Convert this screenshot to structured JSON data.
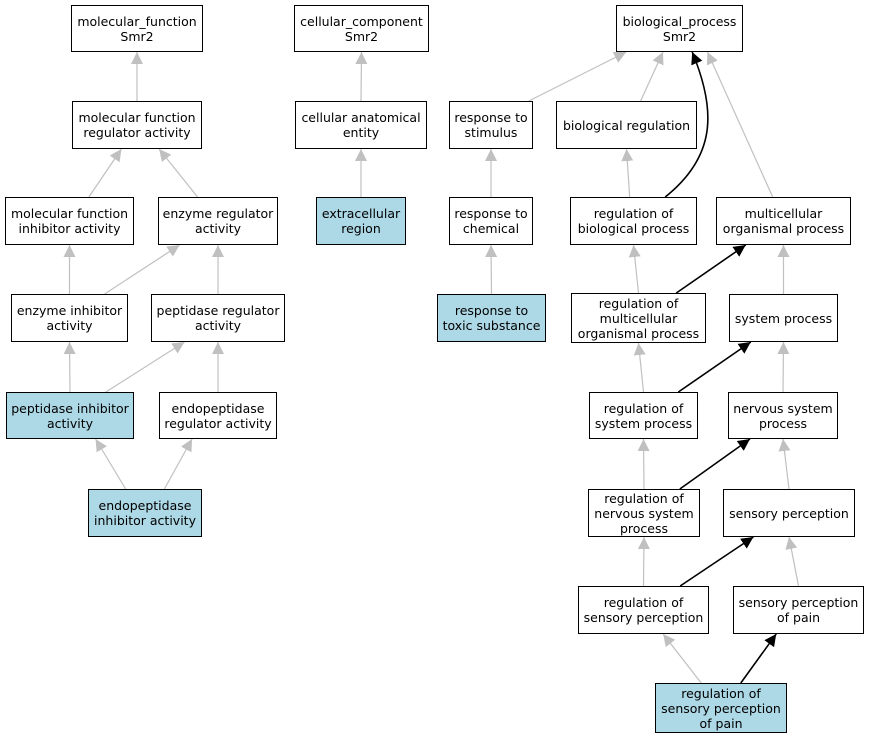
{
  "colors": {
    "highlight_fill": "#add8e6",
    "node_fill": "#ffffff",
    "grey_edge": "#c0c0c0",
    "black_edge": "#000000"
  },
  "nodes": {
    "molecular_function": {
      "label": "molecular_function\nSmr2"
    },
    "mf_regulator": {
      "label": "molecular function\nregulator activity"
    },
    "mf_inhibitor": {
      "label": "molecular function\ninhibitor activity"
    },
    "enzyme_regulator": {
      "label": "enzyme regulator\nactivity"
    },
    "enzyme_inhibitor": {
      "label": "enzyme inhibitor\nactivity"
    },
    "peptidase_regulator": {
      "label": "peptidase regulator\nactivity"
    },
    "peptidase_inhibitor": {
      "label": "peptidase inhibitor\nactivity",
      "highlighted": true
    },
    "endopeptidase_regulator": {
      "label": "endopeptidase\nregulator activity"
    },
    "endopeptidase_inhibitor": {
      "label": "endopeptidase\ninhibitor activity",
      "highlighted": true
    },
    "cellular_component": {
      "label": "cellular_component\nSmr2"
    },
    "cellular_anatomical_entity": {
      "label": "cellular anatomical\nentity"
    },
    "extracellular_region": {
      "label": "extracellular\nregion",
      "highlighted": true
    },
    "biological_process": {
      "label": "biological_process\nSmr2"
    },
    "response_to_stimulus": {
      "label": "response to\nstimulus"
    },
    "response_to_chemical": {
      "label": "response to\nchemical"
    },
    "response_to_toxic": {
      "label": "response to\ntoxic substance",
      "highlighted": true
    },
    "biological_regulation": {
      "label": "biological regulation"
    },
    "regulation_of_bp": {
      "label": "regulation of\nbiological process"
    },
    "multicellular_process": {
      "label": "multicellular\norganismal process"
    },
    "regulation_of_multicellular": {
      "label": "regulation of\nmulticellular\norganismal process"
    },
    "system_process": {
      "label": "system process"
    },
    "regulation_of_system": {
      "label": "regulation of\nsystem process"
    },
    "nervous_system_process": {
      "label": "nervous system\nprocess"
    },
    "regulation_of_nervous": {
      "label": "regulation of\nnervous system\nprocess"
    },
    "sensory_perception": {
      "label": "sensory perception"
    },
    "regulation_of_sensory": {
      "label": "regulation of\nsensory perception"
    },
    "sensory_perception_pain": {
      "label": "sensory perception\nof pain"
    },
    "regulation_of_sensory_pain": {
      "label": "regulation of\nsensory perception\nof pain",
      "highlighted": true
    }
  },
  "edges": [
    {
      "from": "mf_regulator",
      "to": "molecular_function",
      "style": "grey"
    },
    {
      "from": "mf_inhibitor",
      "to": "mf_regulator",
      "style": "grey"
    },
    {
      "from": "enzyme_regulator",
      "to": "mf_regulator",
      "style": "grey"
    },
    {
      "from": "enzyme_inhibitor",
      "to": "mf_inhibitor",
      "style": "grey"
    },
    {
      "from": "enzyme_inhibitor",
      "to": "enzyme_regulator",
      "style": "grey"
    },
    {
      "from": "peptidase_regulator",
      "to": "enzyme_regulator",
      "style": "grey"
    },
    {
      "from": "peptidase_inhibitor",
      "to": "enzyme_inhibitor",
      "style": "grey"
    },
    {
      "from": "peptidase_inhibitor",
      "to": "peptidase_regulator",
      "style": "grey"
    },
    {
      "from": "endopeptidase_regulator",
      "to": "peptidase_regulator",
      "style": "grey"
    },
    {
      "from": "endopeptidase_inhibitor",
      "to": "peptidase_inhibitor",
      "style": "grey"
    },
    {
      "from": "endopeptidase_inhibitor",
      "to": "endopeptidase_regulator",
      "style": "grey"
    },
    {
      "from": "cellular_anatomical_entity",
      "to": "cellular_component",
      "style": "grey"
    },
    {
      "from": "extracellular_region",
      "to": "cellular_anatomical_entity",
      "style": "grey"
    },
    {
      "from": "response_to_stimulus",
      "to": "biological_process",
      "style": "grey"
    },
    {
      "from": "biological_regulation",
      "to": "biological_process",
      "style": "grey"
    },
    {
      "from": "regulation_of_bp",
      "to": "biological_process",
      "style": "black"
    },
    {
      "from": "multicellular_process",
      "to": "biological_process",
      "style": "grey"
    },
    {
      "from": "response_to_chemical",
      "to": "response_to_stimulus",
      "style": "grey"
    },
    {
      "from": "response_to_toxic",
      "to": "response_to_chemical",
      "style": "grey"
    },
    {
      "from": "regulation_of_bp",
      "to": "biological_regulation",
      "style": "grey"
    },
    {
      "from": "regulation_of_multicellular",
      "to": "regulation_of_bp",
      "style": "grey"
    },
    {
      "from": "regulation_of_multicellular",
      "to": "multicellular_process",
      "style": "black"
    },
    {
      "from": "system_process",
      "to": "multicellular_process",
      "style": "grey"
    },
    {
      "from": "regulation_of_system",
      "to": "regulation_of_multicellular",
      "style": "grey"
    },
    {
      "from": "regulation_of_system",
      "to": "system_process",
      "style": "black"
    },
    {
      "from": "nervous_system_process",
      "to": "system_process",
      "style": "grey"
    },
    {
      "from": "regulation_of_nervous",
      "to": "regulation_of_system",
      "style": "grey"
    },
    {
      "from": "regulation_of_nervous",
      "to": "nervous_system_process",
      "style": "black"
    },
    {
      "from": "sensory_perception",
      "to": "nervous_system_process",
      "style": "grey"
    },
    {
      "from": "regulation_of_sensory",
      "to": "regulation_of_nervous",
      "style": "grey"
    },
    {
      "from": "regulation_of_sensory",
      "to": "sensory_perception",
      "style": "black"
    },
    {
      "from": "sensory_perception_pain",
      "to": "sensory_perception",
      "style": "grey"
    },
    {
      "from": "regulation_of_sensory_pain",
      "to": "regulation_of_sensory",
      "style": "grey"
    },
    {
      "from": "regulation_of_sensory_pain",
      "to": "sensory_perception_pain",
      "style": "black"
    }
  ]
}
